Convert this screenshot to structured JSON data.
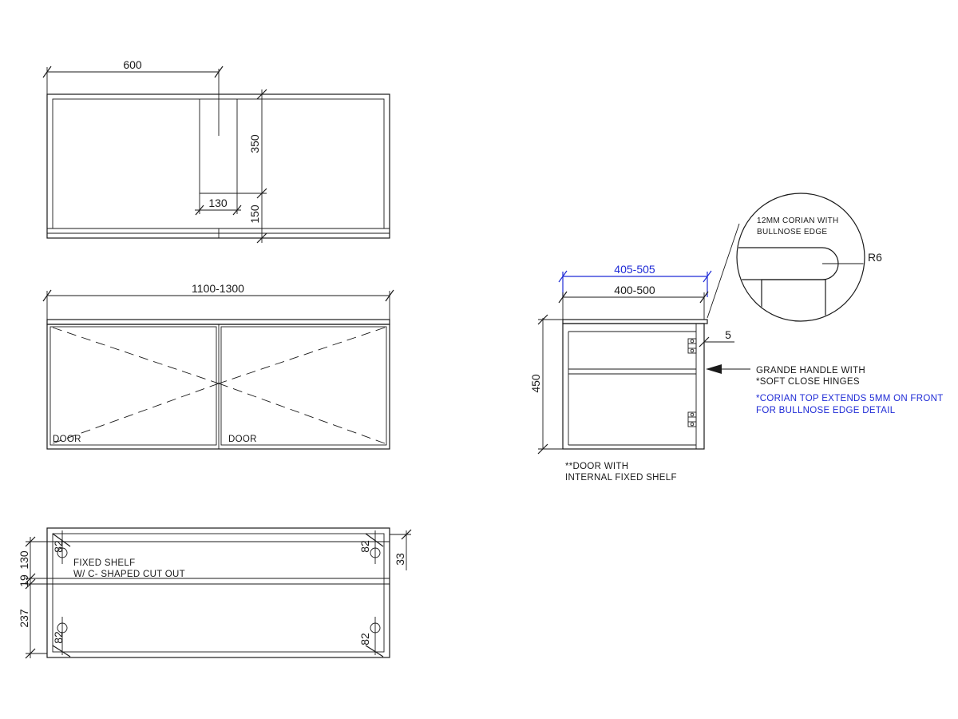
{
  "top_view": {
    "dim_width": "600",
    "dim_depth_back": "350",
    "dim_cutout": "130",
    "dim_depth_front": "150"
  },
  "front_view": {
    "dim_overall": "1100-1300",
    "door_left": "DOOR",
    "door_right": "DOOR"
  },
  "shelf_view": {
    "dim_130": "130",
    "dim_19": "19",
    "dim_237": "237",
    "dim_33": "33",
    "dim_82": "82",
    "shelf_note_line1": "FIXED SHELF",
    "shelf_note_line2": "W/ C- SHAPED CUT OUT"
  },
  "side_view": {
    "dim_top_blue": "405-505",
    "dim_carcass": "400-500",
    "dim_height": "450",
    "dim_overhang": "5",
    "handle_note_line1": "GRANDE HANDLE WITH",
    "handle_note_line2": "*SOFT CLOSE HINGES",
    "corian_note_line1": "*CORIAN TOP EXTENDS 5MM ON FRONT",
    "corian_note_line2": "FOR BULLNOSE EDGE DETAIL",
    "door_note_line1": "**DOOR WITH",
    "door_note_line2": "INTERNAL FIXED SHELF"
  },
  "detail": {
    "title_line1": "12MM CORIAN WITH",
    "title_line2": "BULLNOSE EDGE",
    "radius": "R6"
  },
  "colors": {
    "line": "#1a1a1a",
    "annotation_blue": "#1f2bd6",
    "background": "#ffffff"
  }
}
